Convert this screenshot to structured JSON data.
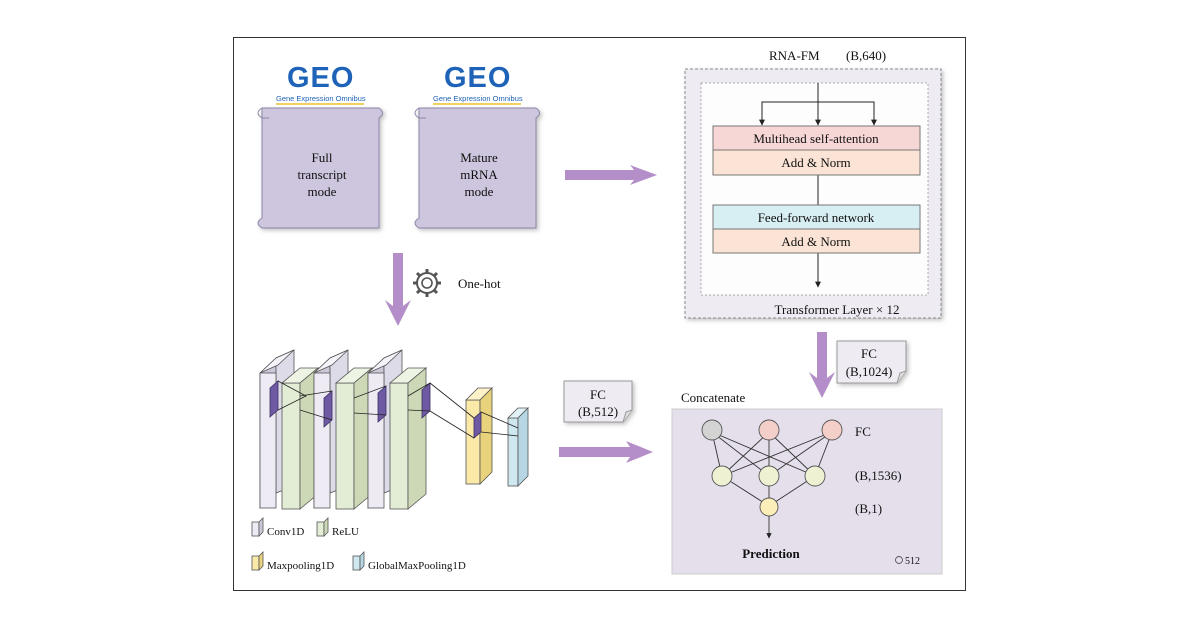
{
  "geo_logos": [
    {
      "wordmark": "GEO",
      "caption": "Gene Expression Omnibus"
    },
    {
      "wordmark": "GEO",
      "caption": "Gene Expression Omnibus"
    }
  ],
  "scrolls": [
    {
      "lines": [
        "Full",
        "transcript",
        "mode"
      ]
    },
    {
      "lines": [
        "Mature",
        "mRNA",
        "mode"
      ]
    }
  ],
  "one_hot_label": "One-hot",
  "rna_fm": {
    "title": "RNA-FM",
    "shape": "(B,640)",
    "blocks": [
      "Multihead self-attention",
      "Add & Norm",
      "Feed-forward network",
      "Add & Norm"
    ],
    "footer": "Transformer Layer × 12"
  },
  "fc_1024": [
    "FC",
    "(B,1024)"
  ],
  "fc_512": [
    "FC",
    "(B,512)"
  ],
  "legend": [
    "Conv1D",
    "ReLU",
    "Maxpooling1D",
    "GlobalMaxPooling1D"
  ],
  "concat": {
    "title": "Concatenate",
    "fc_label": "FC",
    "dim_hidden": "(B,1536)",
    "dim_out": "(B,1)",
    "prediction": "Prediction",
    "legend_512": "512"
  },
  "colors": {
    "scroll_fill": "#cdc6de",
    "arrow": "#b48ec8",
    "attn_fill": "#f6d7d5",
    "ffn_fill": "#d7eef2",
    "norm_fill": "#fbe4d6",
    "concat_bg": "#e5dfec",
    "conv": "#eeebf5",
    "relu": "#e3ecd4",
    "maxpool": "#fbe9a8",
    "globalpool": "#cfe7ef"
  }
}
